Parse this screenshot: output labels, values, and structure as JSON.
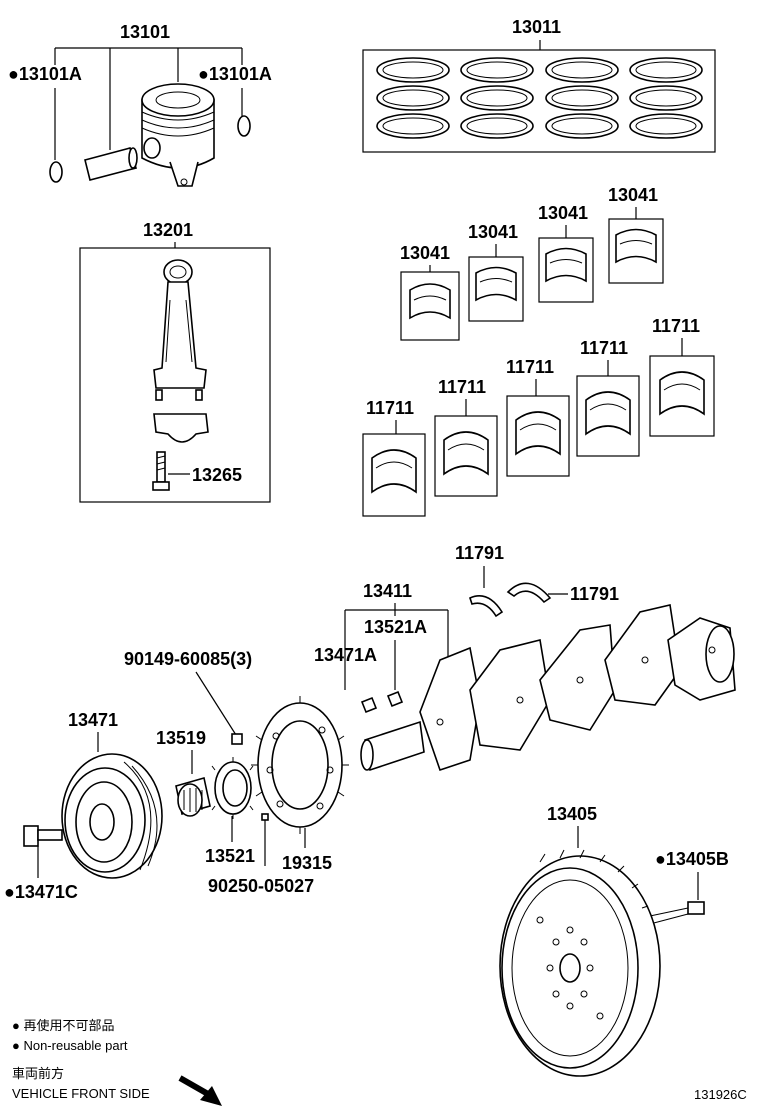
{
  "labels": {
    "piston_set": "13101",
    "snap_ring_left": "●13101A",
    "snap_ring_right": "●13101A",
    "piston_rings": "13011",
    "connecting_rod": "13201",
    "rod_bolt": "13265",
    "rod_bearing_1": "13041",
    "rod_bearing_2": "13041",
    "rod_bearing_3": "13041",
    "rod_bearing_4": "13041",
    "main_bearing_1": "11711",
    "main_bearing_2": "11711",
    "main_bearing_3": "11711",
    "main_bearing_4": "11711",
    "main_bearing_5": "11711",
    "thrust_washer_top": "11791",
    "thrust_washer_right": "11791",
    "crankshaft": "13411",
    "crank_pin_a": "13521A",
    "key_a": "13471A",
    "bolt_90149": "90149-60085(3)",
    "pulley": "13471",
    "sprocket_spacer": "13519",
    "crank_sprocket": "13521",
    "timing_plate": "19315",
    "pin_90250": "90250-05027",
    "pulley_bolt": "●13471C",
    "flywheel": "13405",
    "flywheel_bolt": "●13405B"
  },
  "legend": {
    "non_reusable_jp": "● 再使用不可部品",
    "non_reusable_en": "● Non-reusable part",
    "front_jp": "車両前方",
    "front_en": "VEHICLE FRONT SIDE"
  },
  "figure_code": "131926C"
}
